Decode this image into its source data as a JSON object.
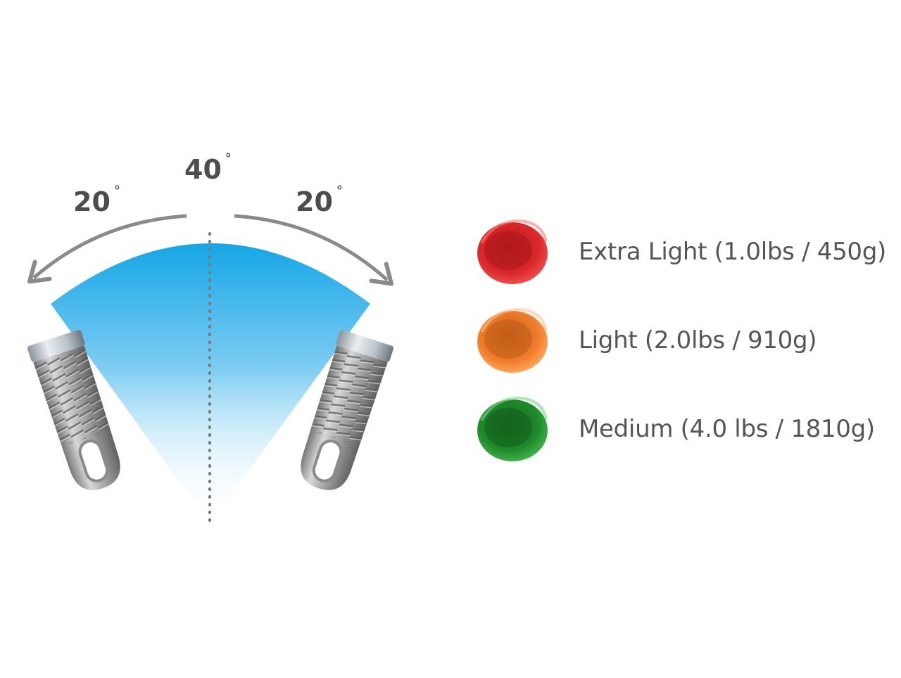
{
  "angles": {
    "total": "40",
    "left": "20",
    "right": "20",
    "degree_symbol": "˚"
  },
  "legend": [
    {
      "label": "Extra Light (1.0lbs / 450g)",
      "color": "#d9272a",
      "icon": "red-cap-icon"
    },
    {
      "label": "Light (2.0lbs / 910g)",
      "color": "#ef7d2a",
      "icon": "orange-cap-icon"
    },
    {
      "label": "Medium (4.0 lbs / 1810g)",
      "color": "#1e8a2a",
      "icon": "green-cap-icon"
    }
  ],
  "colors": {
    "wedge_top": "#1aa9e8",
    "arrow": "#8a8a8a",
    "text": "#4d4d4d"
  }
}
